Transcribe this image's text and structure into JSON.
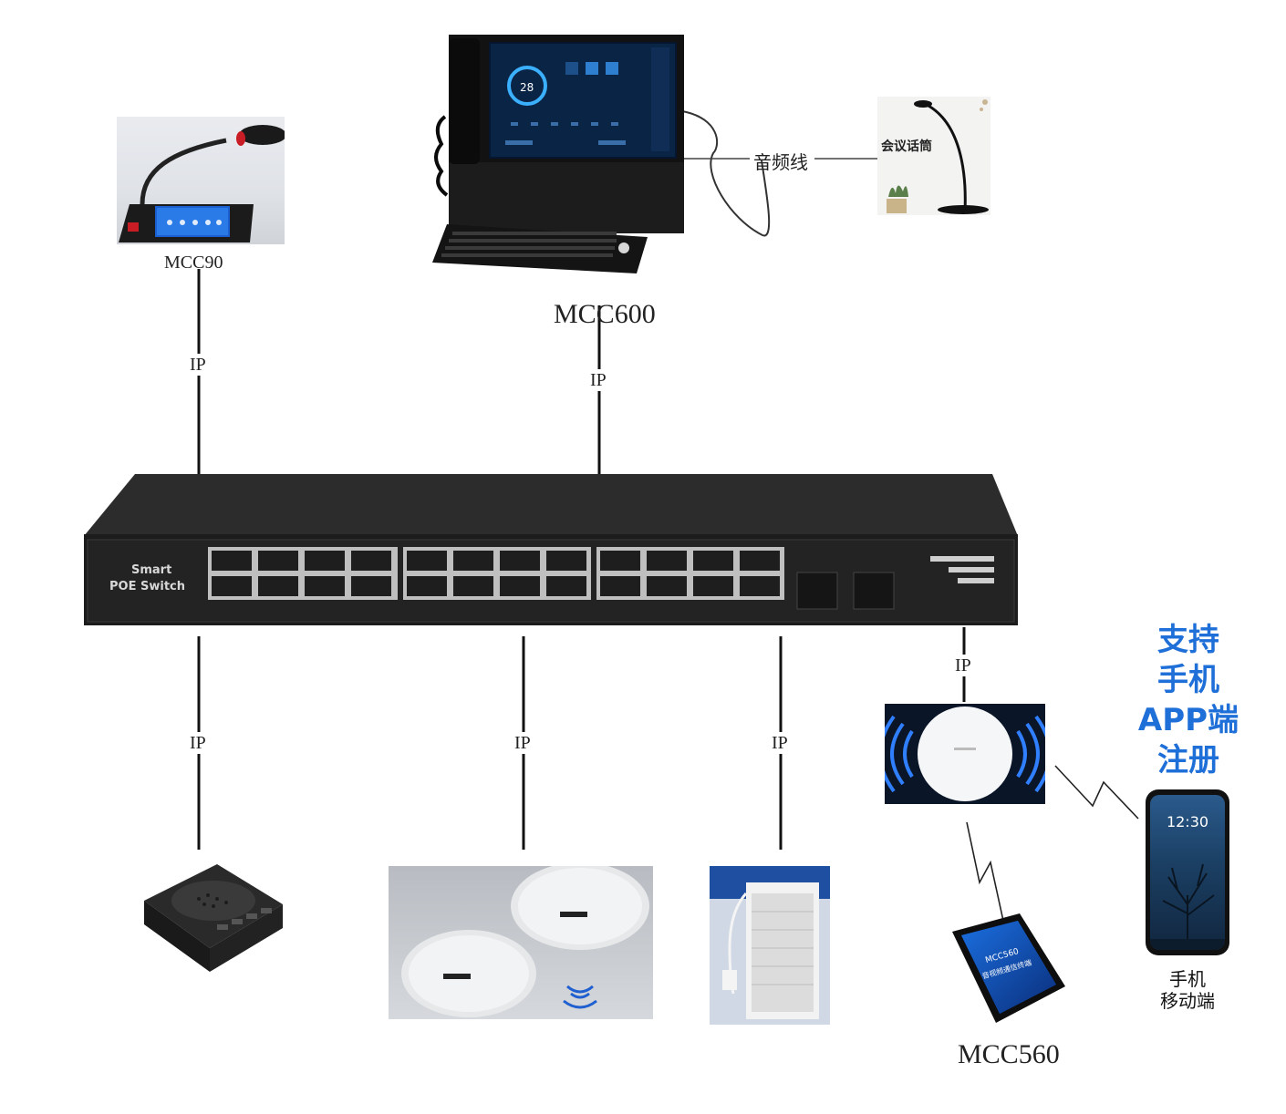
{
  "devices": {
    "mcc90": "MCC90",
    "mcc600": "MCC600",
    "mcc560": "MCC560"
  },
  "links": {
    "ip": "IP",
    "audio_cable": "音频线"
  },
  "switch": {
    "line1": "Smart",
    "line2": "POE Switch"
  },
  "conference_mic": {
    "title": "会议话筒"
  },
  "app_support": [
    "支持",
    "手机",
    "APP端",
    "注册"
  ],
  "phone": {
    "time": "12:30",
    "caption": [
      "手机",
      "移动端"
    ]
  },
  "mcc560_screen": [
    "MCC560",
    "音视频通信终端"
  ],
  "console_screen": {
    "readout": "28"
  },
  "colors": {
    "accent": "#1f6fd8",
    "line": "#111111",
    "device": "#2a2a2a"
  }
}
